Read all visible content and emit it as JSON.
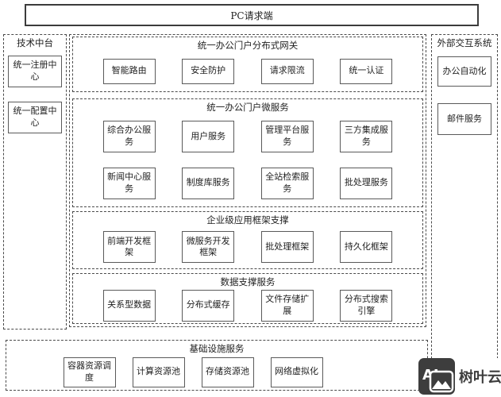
{
  "pc_box": {
    "label": "PC请求端"
  },
  "left_panel": {
    "title": "技术中台",
    "items": [
      "统一注册中心",
      "统一配置中心"
    ]
  },
  "right_panel": {
    "title": "外部交互系统",
    "items": [
      "办公自动化",
      "邮件服务"
    ]
  },
  "center": {
    "sections": [
      {
        "title": "统一办公门户分布式网关",
        "rows": [
          [
            "智能路由",
            "安全防护",
            "请求限流",
            "统一认证"
          ]
        ]
      },
      {
        "title": "统一办公门户微服务",
        "rows": [
          [
            "综合办公服务",
            "用户服务",
            "管理平台服务",
            "三方集成服务"
          ],
          [
            "新闻中心服务",
            "制度库服务",
            "全站检索服务",
            "批处理服务"
          ]
        ]
      },
      {
        "title": "企业级应用框架支撑",
        "rows": [
          [
            "前端开发框架",
            "微服务开发框架",
            "批处理框架",
            "持久化框架"
          ]
        ]
      },
      {
        "title": "数据支撑服务",
        "rows": [
          [
            "关系型数据",
            "分布式缓存",
            "文件存储扩展",
            "分布式搜索引擎"
          ]
        ]
      }
    ]
  },
  "bottom_panel": {
    "title": "基础设施服务",
    "items": [
      "容器资源调度",
      "计算资源池",
      "存储资源池",
      "网络虚拟化"
    ]
  },
  "watermark": {
    "logo_text": "AI",
    "brand": "树叶云",
    "logo_color": "#3d3d3d"
  },
  "colors": {
    "border_dashed": "#4a4a4a",
    "border_solid": "#5a5a5a",
    "text": "#1f1f1f",
    "background": "#ffffff"
  }
}
